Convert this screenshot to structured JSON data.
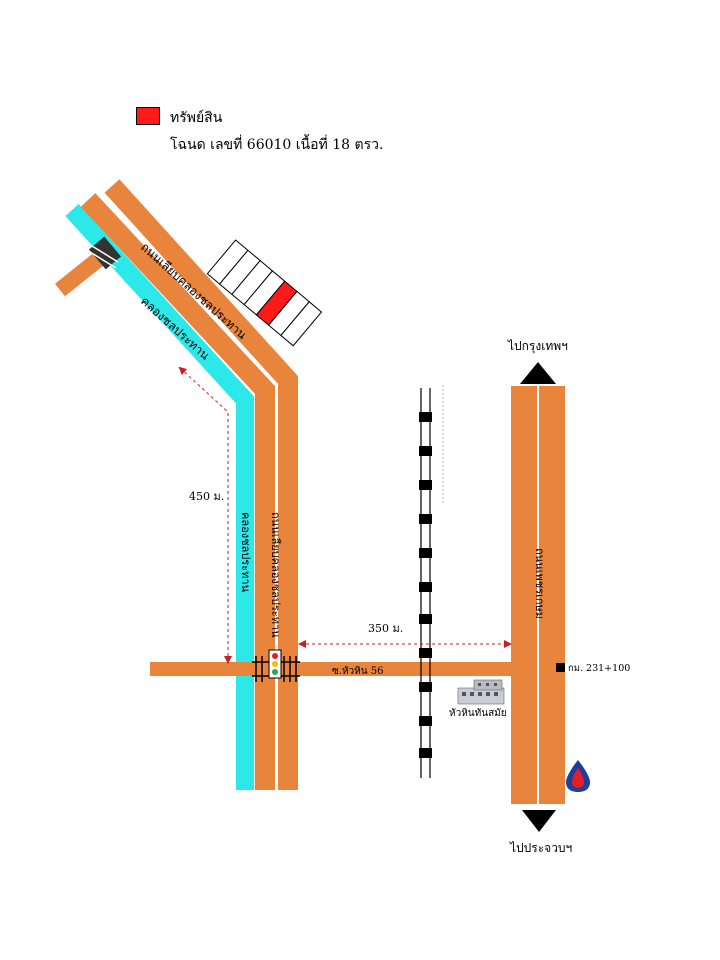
{
  "legend": {
    "property_label": "ทรัพย์สิน",
    "deed_text": "โฉนด เลขที่ 66010 เนื้อที่ 18 ตรว."
  },
  "roads": {
    "upper_road_label": "ถนนเลียบคลองชลประทาน",
    "vertical_road_label": "ถนนเลียบคลองชลประทาน",
    "soi_label": "ซ.หัวหิน 56",
    "highway_label": "ถนนเพชรเกษม"
  },
  "canal": {
    "upper_label": "คลองชลประทาน",
    "lower_label": "คลองชลประทาน"
  },
  "distances": {
    "d450": "450 ม.",
    "d350": "350 ม."
  },
  "directions": {
    "north": "ไปกรุงเทพฯ",
    "south": "ไปประจวบฯ"
  },
  "markers": {
    "km": "กม. 231+100",
    "landmark": "หัวหินทันสมัย"
  },
  "colors": {
    "road": "#E8843C",
    "canal": "#2DE8E8",
    "property": "#FF1A1A",
    "arrow": "#000000",
    "dashed": "#CC1E1E"
  }
}
